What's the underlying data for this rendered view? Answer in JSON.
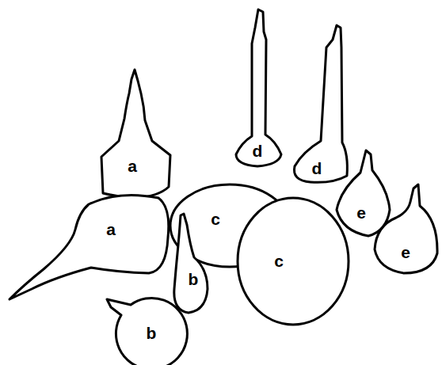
{
  "diagram": {
    "nodes": [
      {
        "text": [
          "d"
        ]
      },
      {
        "text": [
          "d"
        ]
      },
      {
        "text": [
          "a"
        ]
      },
      {
        "text": [
          "c"
        ]
      },
      {
        "text": [
          "e"
        ]
      },
      {
        "text": [
          "a"
        ]
      },
      {
        "text": [
          "c"
        ]
      },
      {
        "text": [
          "e"
        ]
      },
      {
        "text": [
          "b"
        ]
      },
      {
        "text": [
          "b"
        ]
      }
    ]
  }
}
